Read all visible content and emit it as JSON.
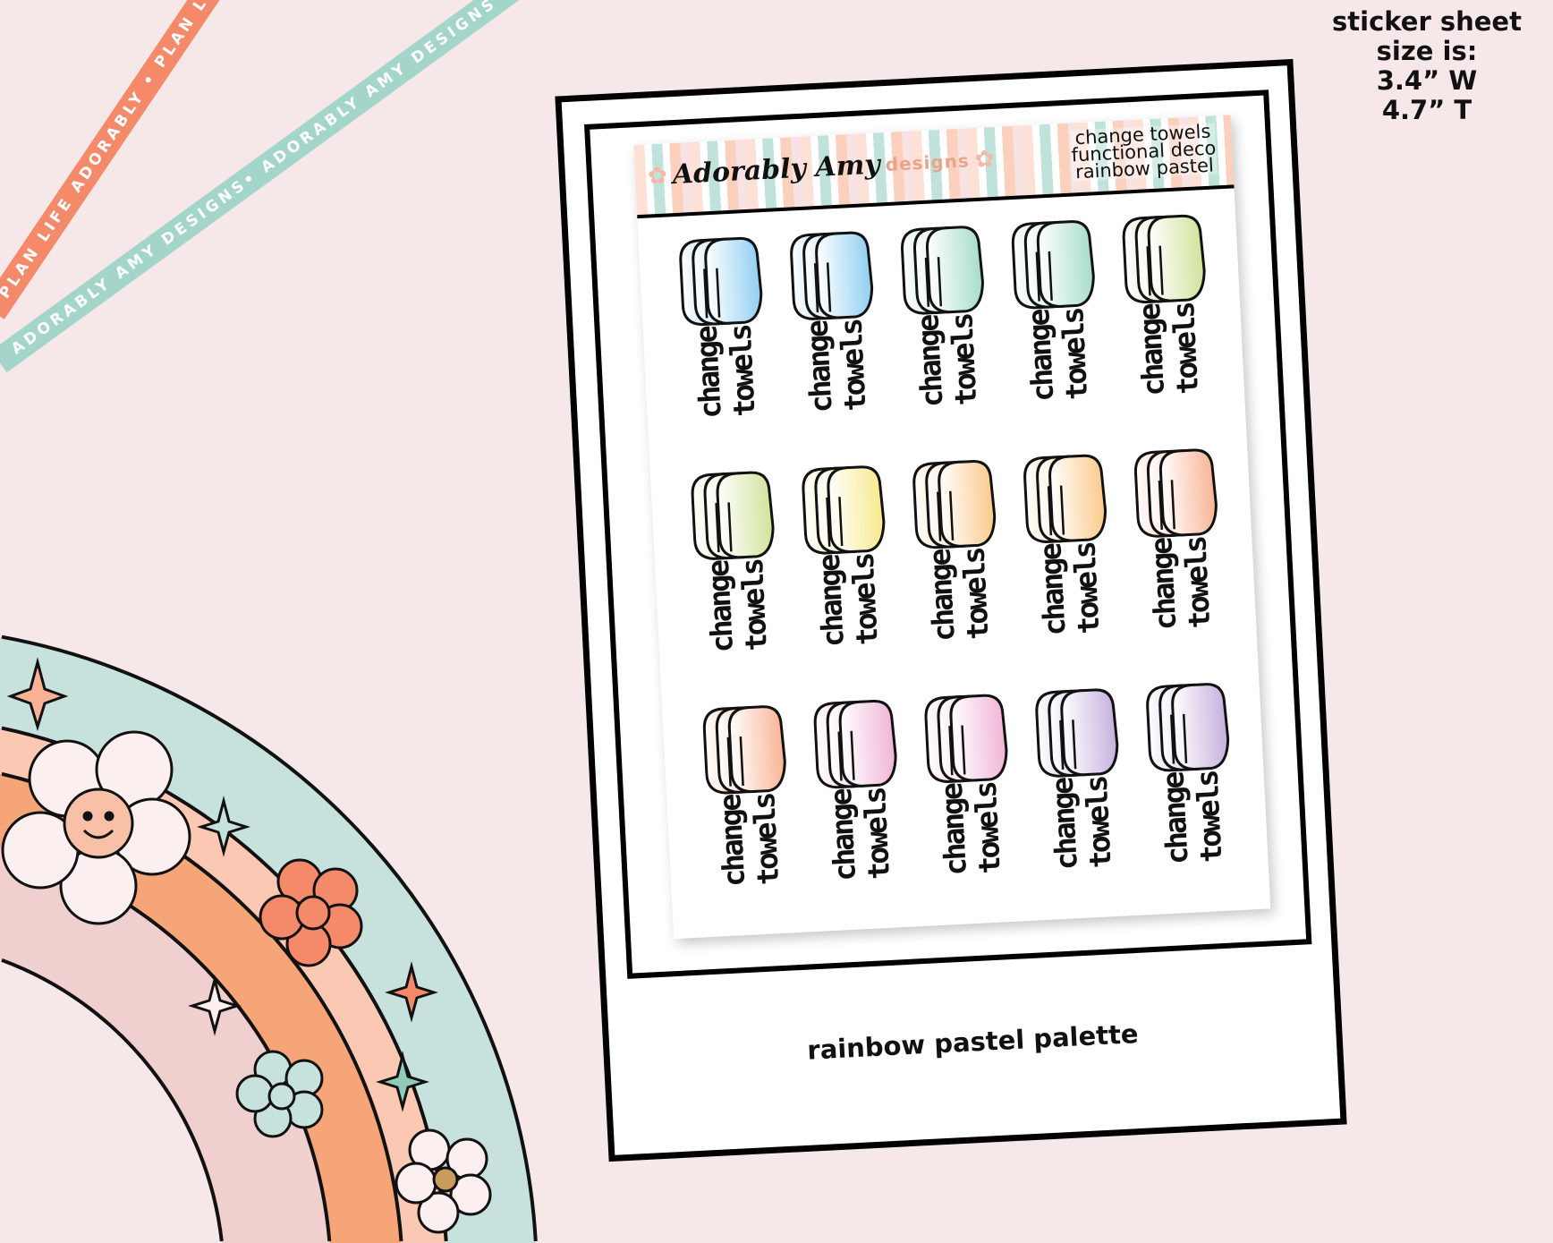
{
  "ribbons": {
    "orange_text": "PLAN LIFE ADORABLY • PLAN LIFE ADORABLY • PLAN LIFE ADORABLY • PLAN LIFE AD",
    "teal_text": "ADORABLY AMY DESIGNS• ADORABLY AMY DESIGNS• ADORABLY AMY DESIGNS •"
  },
  "size_info": [
    "sticker sheet",
    "size is:",
    "3.4” W",
    "4.7” T"
  ],
  "sheet": {
    "logo_script": "Adorably Amy",
    "logo_designs": "designs",
    "title_lines": [
      "change towels",
      "functional deco",
      "rainbow pastel"
    ]
  },
  "stickers": [
    {
      "line1": "change",
      "line2": "towels",
      "color": "#8fcff2"
    },
    {
      "line1": "change",
      "line2": "towels",
      "color": "#8fcff2"
    },
    {
      "line1": "change",
      "line2": "towels",
      "color": "#a6dccb"
    },
    {
      "line1": "change",
      "line2": "towels",
      "color": "#a6dccb"
    },
    {
      "line1": "change",
      "line2": "towels",
      "color": "#cfe39a"
    },
    {
      "line1": "change",
      "line2": "towels",
      "color": "#cfe39a"
    },
    {
      "line1": "change",
      "line2": "towels",
      "color": "#f7e98a"
    },
    {
      "line1": "change",
      "line2": "towels",
      "color": "#fbc98a"
    },
    {
      "line1": "change",
      "line2": "towels",
      "color": "#fbc98a"
    },
    {
      "line1": "change",
      "line2": "towels",
      "color": "#f9b394"
    },
    {
      "line1": "change",
      "line2": "towels",
      "color": "#f9b394"
    },
    {
      "line1": "change",
      "line2": "towels",
      "color": "#f0b4d6"
    },
    {
      "line1": "change",
      "line2": "towels",
      "color": "#f0b4d6"
    },
    {
      "line1": "change",
      "line2": "towels",
      "color": "#c5b0dd"
    },
    {
      "line1": "change",
      "line2": "towels",
      "color": "#c5b0dd"
    }
  ],
  "caption": "rainbow pastel palette",
  "colors": {
    "background": "#f6e8e8",
    "ribbon_orange": "#f48a6a",
    "ribbon_teal": "#a4d5cb"
  }
}
